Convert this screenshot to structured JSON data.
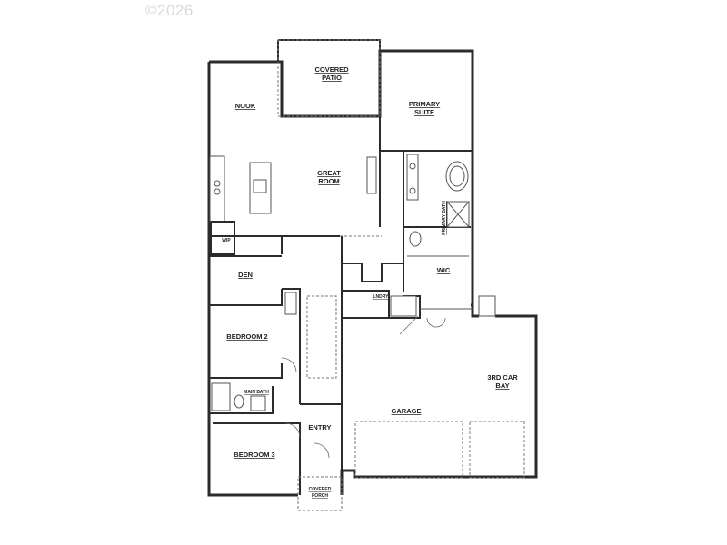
{
  "copyright": "©2026",
  "rooms": {
    "covered_patio_l1": "COVERED",
    "covered_patio_l2": "PATIO",
    "primary_suite_l1": "PRIMARY",
    "primary_suite_l2": "SUITE",
    "nook": "NOOK",
    "great_room_l1": "GREAT",
    "great_room_l2": "ROOM",
    "primary_bath": "PRIMARY BATH",
    "wic": "WIC",
    "wip": "WIP",
    "den": "DEN",
    "lndry": "LNDRY",
    "bedroom2": "BEDROOM 2",
    "bay_l1": "3RD CAR",
    "bay_l2": "BAY",
    "main_bath": "MAIN BATH",
    "garage": "GARAGE",
    "entry": "ENTRY",
    "bedroom3": "BEDROOM 3",
    "covered_porch_l1": "COVERED",
    "covered_porch_l2": "PORCH"
  }
}
